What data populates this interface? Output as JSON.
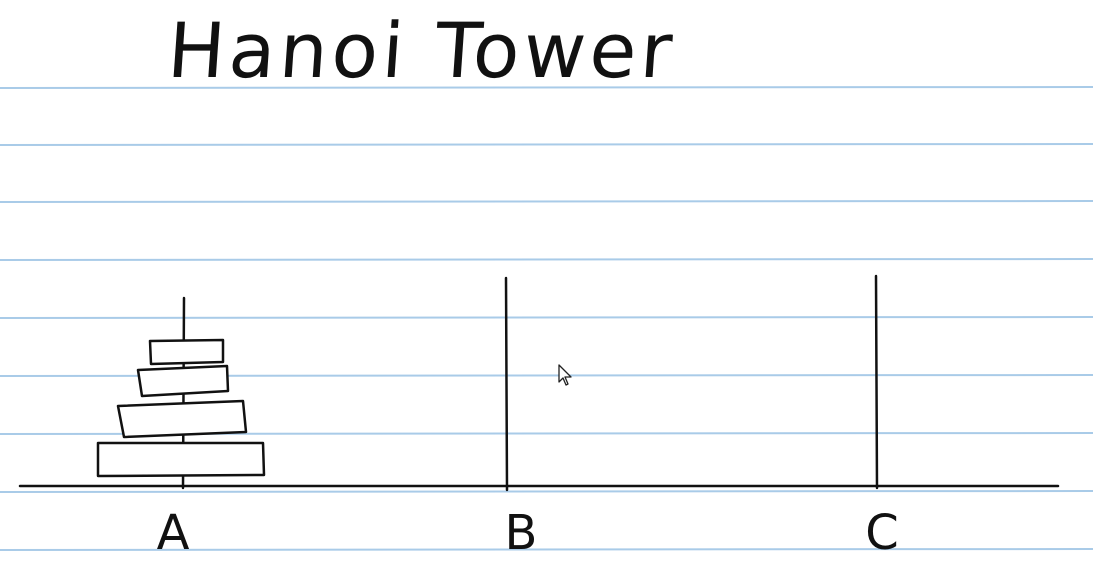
{
  "title": "Hanoi Tower",
  "pegs": [
    {
      "label": "A",
      "disks": 4
    },
    {
      "label": "B",
      "disks": 0
    },
    {
      "label": "C",
      "disks": 0
    }
  ],
  "colors": {
    "paper": "#ffffff",
    "rule_line": "#a9cbe8",
    "ink": "#111111"
  },
  "icons": [
    "mouse-pointer-icon"
  ]
}
